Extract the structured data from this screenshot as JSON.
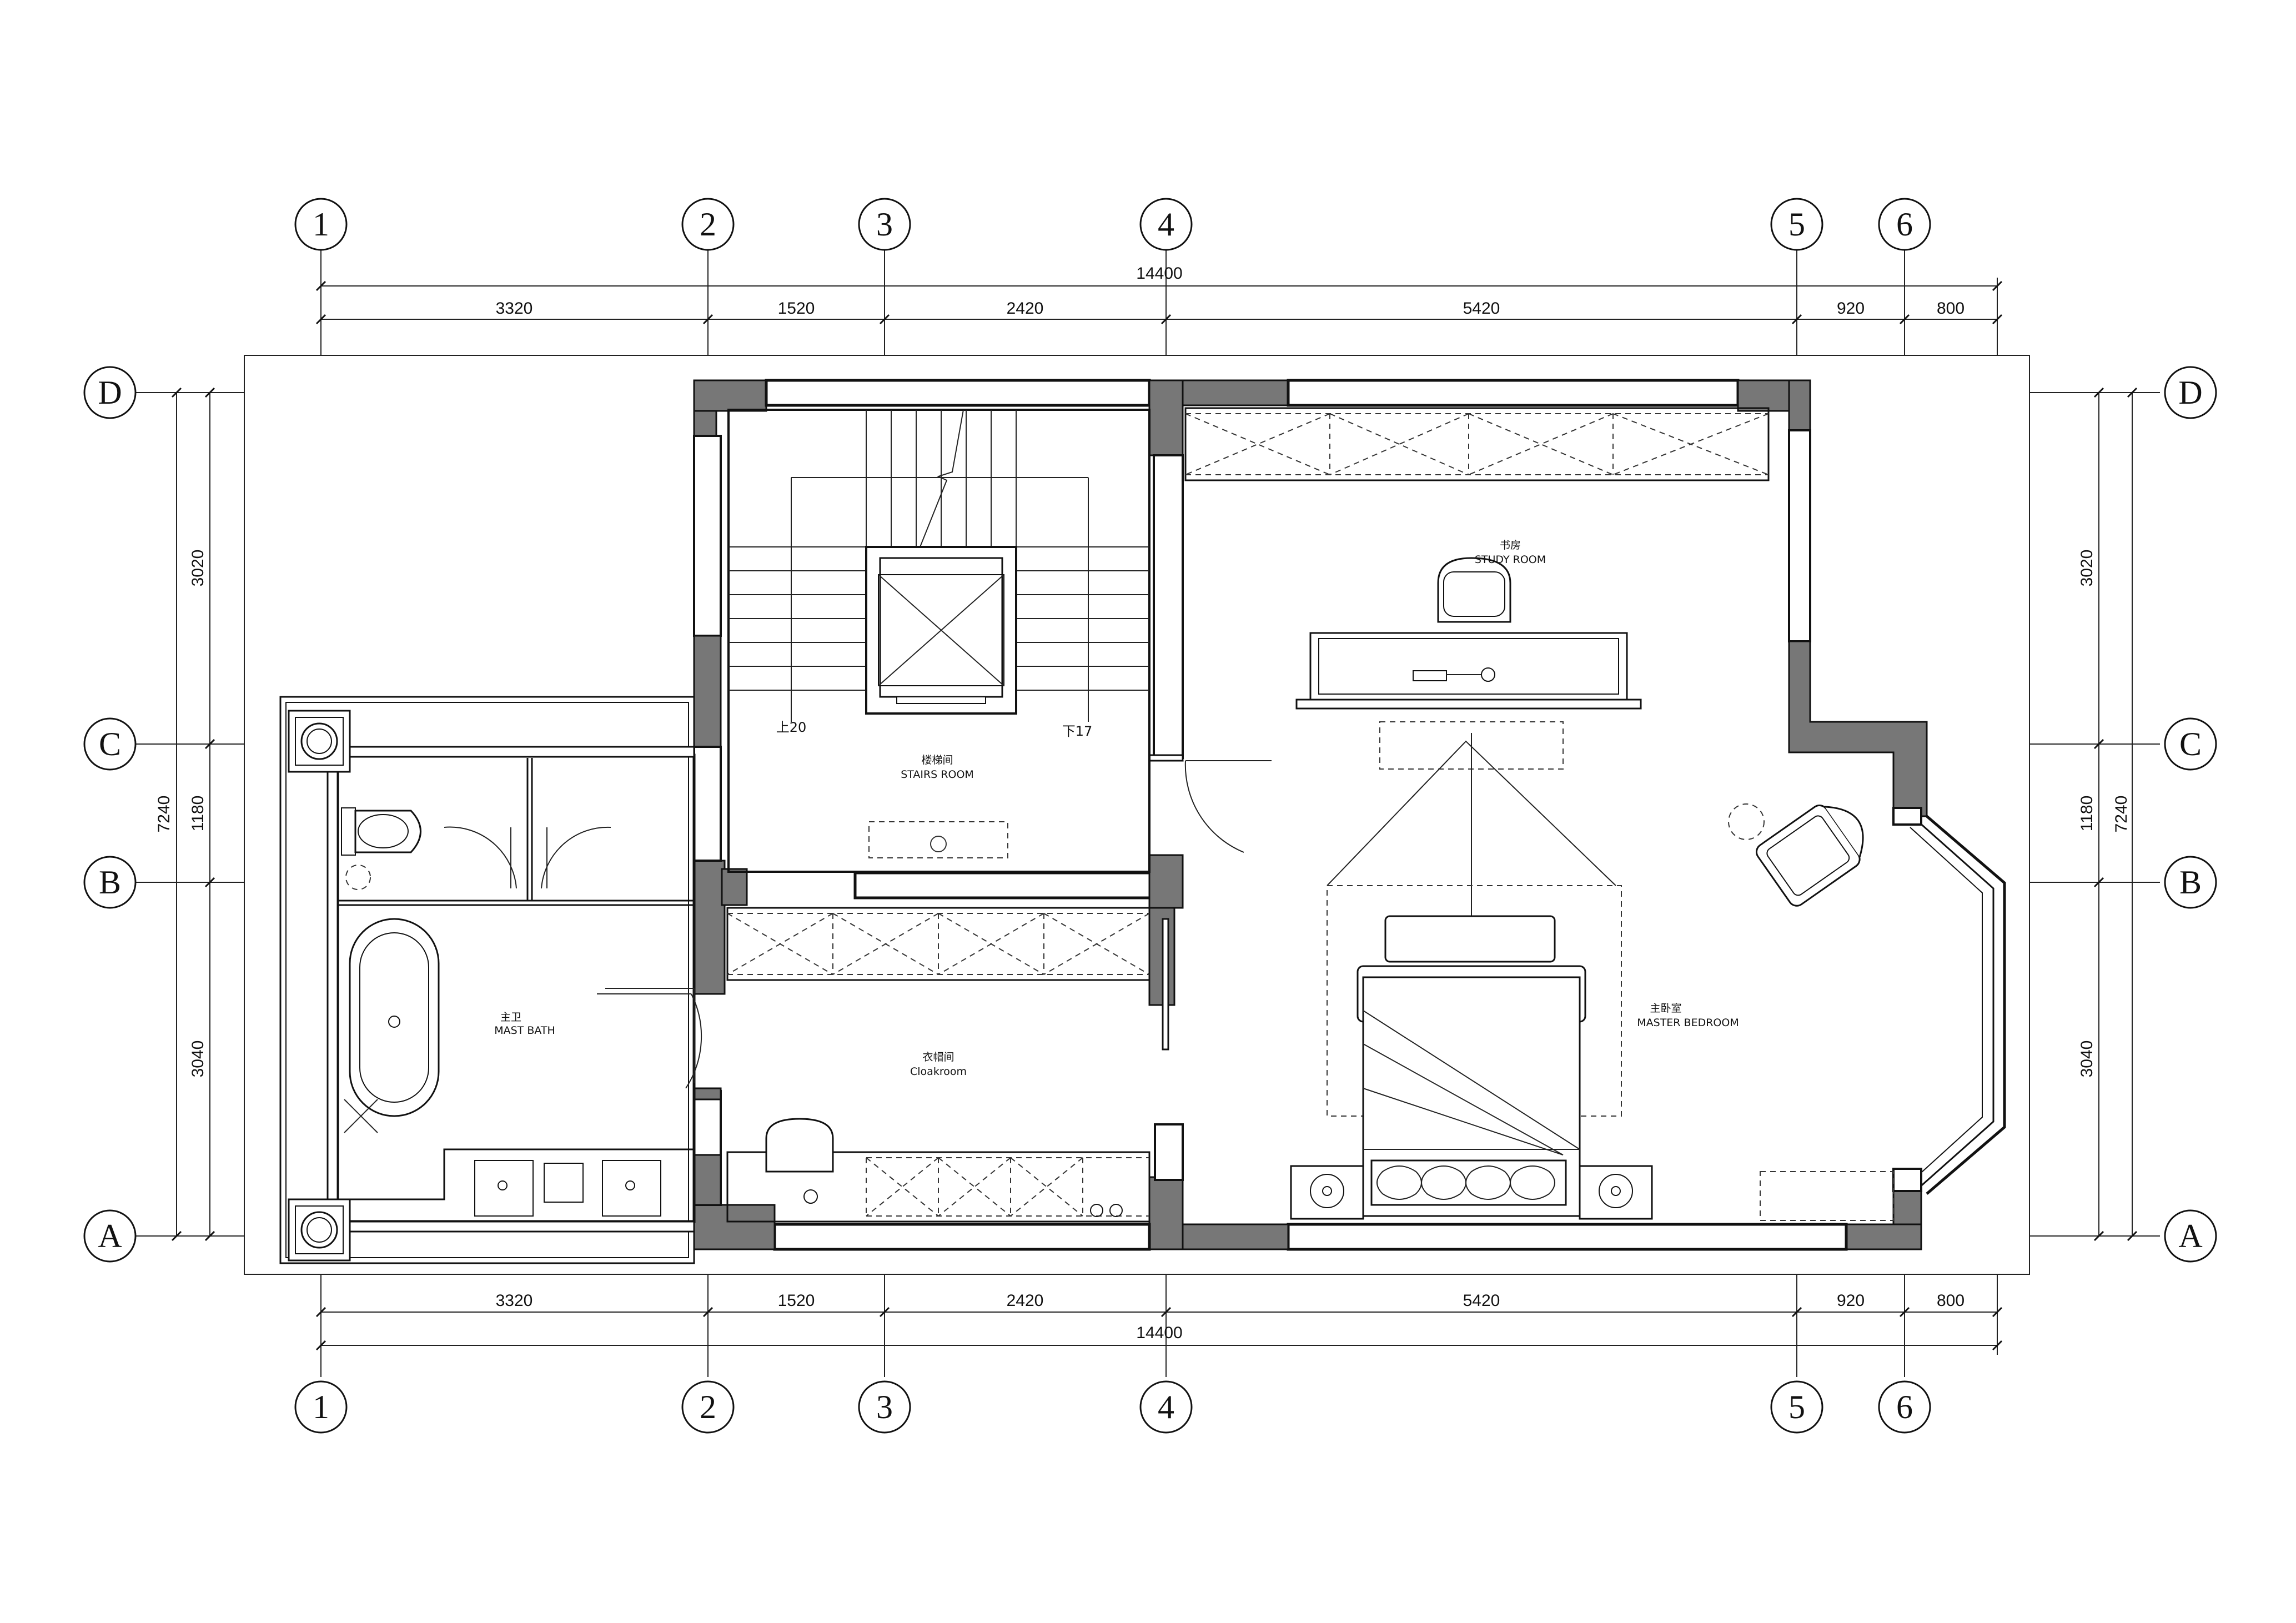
{
  "grid_axes": {
    "vertical": [
      "1",
      "2",
      "3",
      "4",
      "5",
      "6"
    ],
    "horizontal": [
      "D",
      "C",
      "B",
      "A"
    ]
  },
  "dimensions": {
    "horizontal_total": "14400",
    "horizontal_segments": [
      "3320",
      "1520",
      "2420",
      "5420",
      "920",
      "800"
    ],
    "vertical_total": "7240",
    "vertical_segments": [
      "3020",
      "1180",
      "3040"
    ]
  },
  "rooms": {
    "stairs_cn": "楼梯间",
    "stairs_en": "STAIRS ROOM",
    "stairs_up": "上20",
    "stairs_down": "下17",
    "study_cn": "书房",
    "study_en": "STUDY ROOM",
    "master_bedroom_cn": "主卧室",
    "master_bedroom_en": "MASTER BEDROOM",
    "cloakroom_cn": "衣帽间",
    "cloakroom_en": "Cloakroom",
    "bath_cn": "主卫",
    "bath_en": "MAST BATH"
  },
  "colors": {
    "line": "#111111",
    "column_fill": "#777777",
    "background": "#ffffff"
  }
}
